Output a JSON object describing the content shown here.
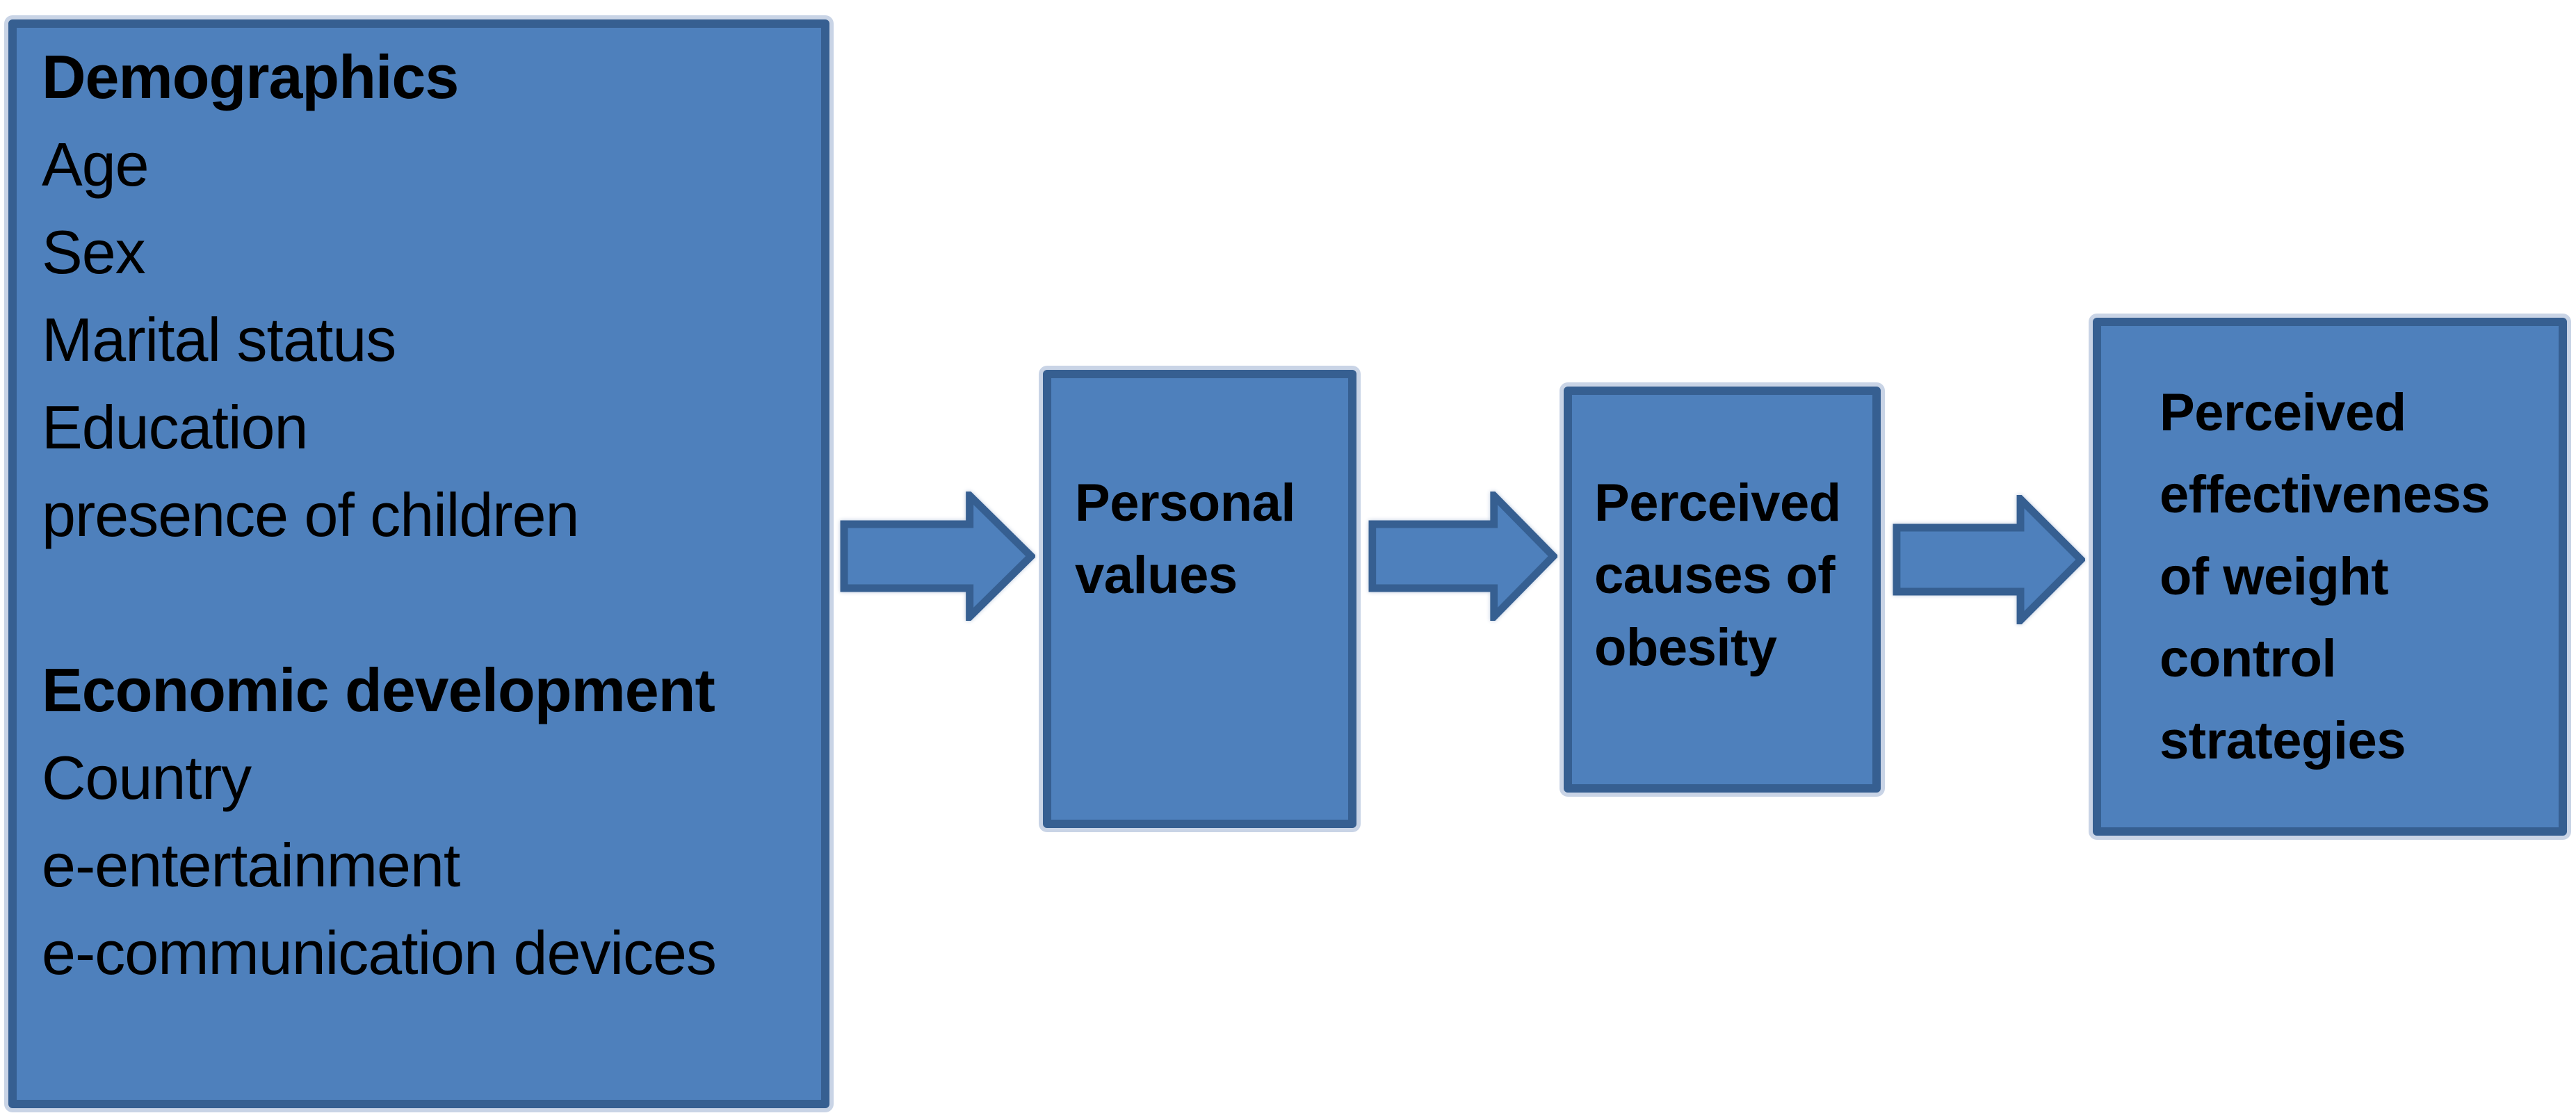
{
  "colors": {
    "background": "#ffffff",
    "box_fill": "#4e80bc",
    "box_border": "#365f91",
    "halo": "#c9d4e6",
    "text": "#000000"
  },
  "left_box": {
    "lines": [
      {
        "text": "Demographics"
      },
      {
        "text": "Age"
      },
      {
        "text": "Sex"
      },
      {
        "text": "Marital status"
      },
      {
        "text": "Education"
      },
      {
        "text": "presence of children"
      },
      {
        "text": ""
      },
      {
        "text": "Economic development"
      },
      {
        "text": "Country"
      },
      {
        "text": "e-entertainment"
      },
      {
        "text": "e-communication devices"
      }
    ]
  },
  "personal_values_box": {
    "lines": [
      "Personal",
      "values"
    ]
  },
  "perceived_causes_box": {
    "lines": [
      "Perceived",
      "causes of",
      "obesity"
    ]
  },
  "perceived_effectiveness_box": {
    "lines": [
      "Perceived",
      "effectiveness",
      "of weight",
      "control",
      "strategies"
    ]
  },
  "arrows": [
    {
      "name": "arrow-1"
    },
    {
      "name": "arrow-2"
    },
    {
      "name": "arrow-3"
    }
  ]
}
